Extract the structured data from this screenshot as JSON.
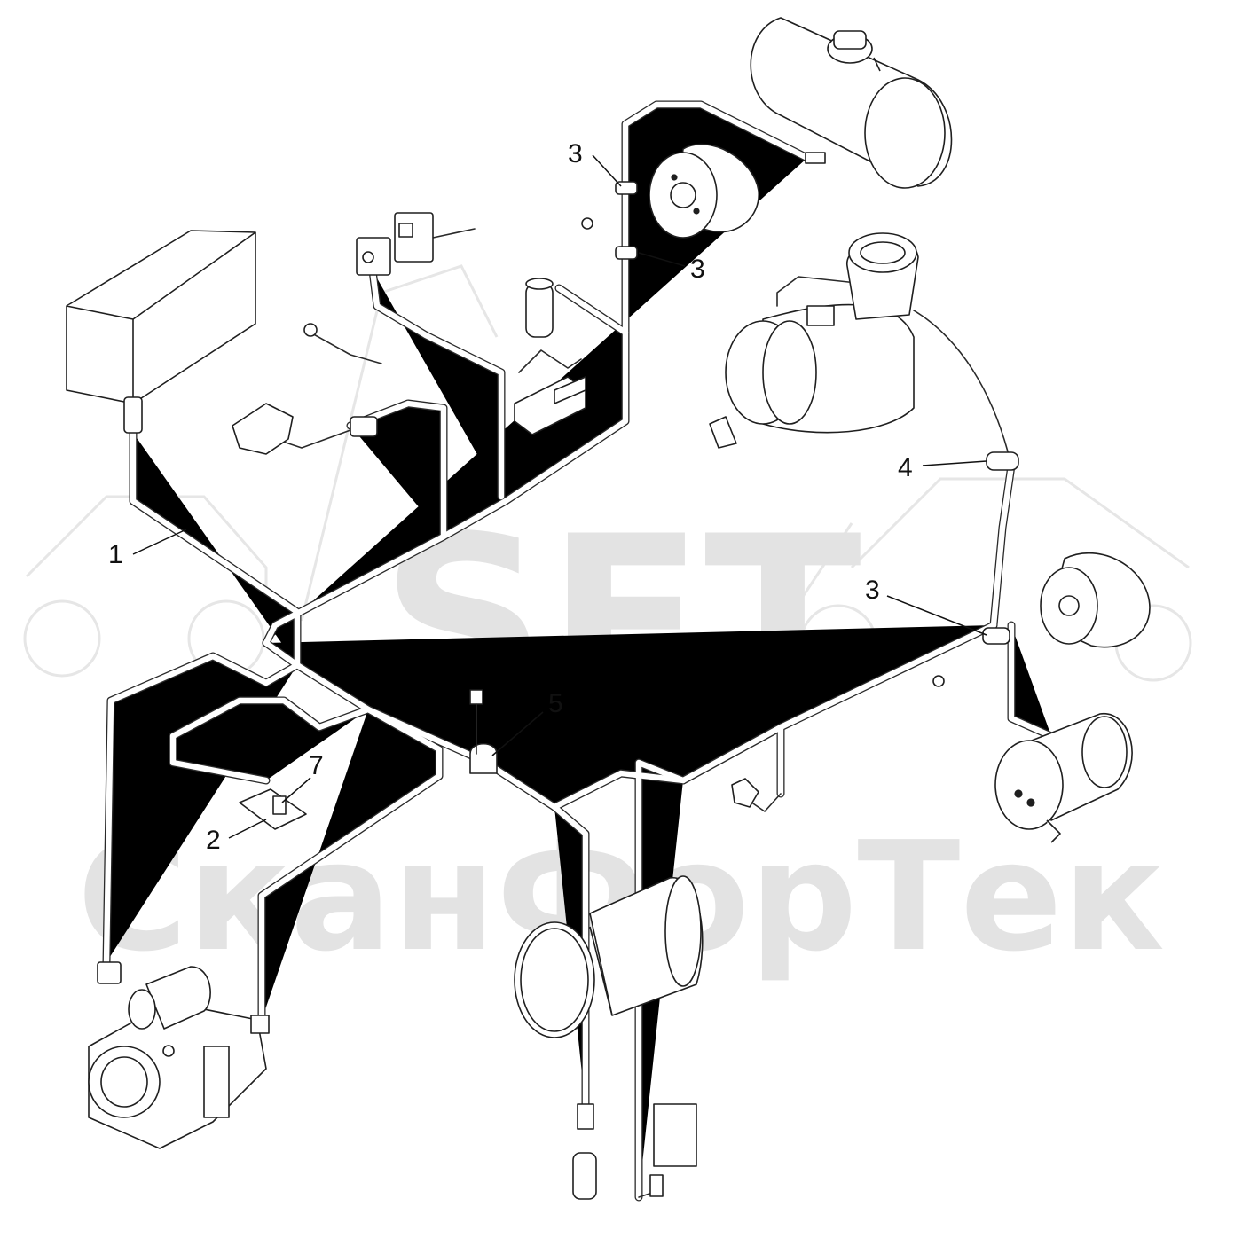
{
  "watermark": {
    "brand": "SFT",
    "company": "СканФорТек"
  },
  "callouts": [
    {
      "id": "1",
      "label": "1"
    },
    {
      "id": "2",
      "label": "2"
    },
    {
      "id": "3a",
      "label": "3"
    },
    {
      "id": "3b",
      "label": "3"
    },
    {
      "id": "3c",
      "label": "3"
    },
    {
      "id": "4",
      "label": "4"
    },
    {
      "id": "5",
      "label": "5"
    },
    {
      "id": "7",
      "label": "7"
    }
  ],
  "colors": {
    "line": "#1f1f1f",
    "watermark": "#e3e3e3",
    "background": "#ffffff"
  },
  "icons": [
    "battery-box-icon",
    "fuel-tank-icon",
    "alternator-icon",
    "air-filter-icon",
    "ac-compressor-icon",
    "starter-motor-icon",
    "engine-pump-icon",
    "horn-icon",
    "relay-icon",
    "sensor-icon",
    "capacitor-icon",
    "clamp-icon"
  ]
}
